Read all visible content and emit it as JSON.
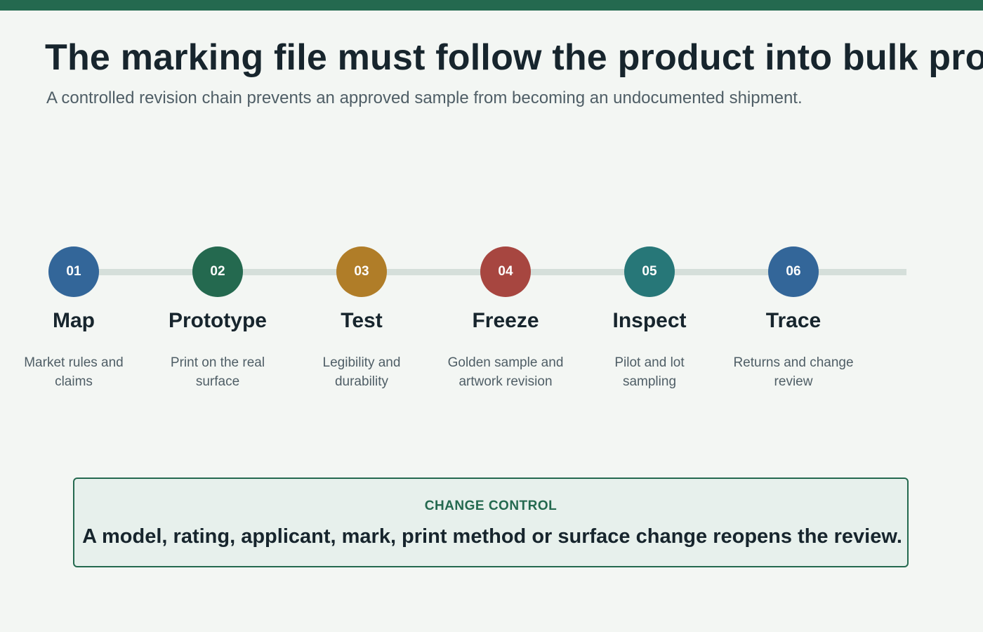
{
  "header": {
    "title": "The marking file must follow the product into bulk prod",
    "subtitle": "A controlled revision chain prevents an approved sample from becoming an undocumented shipment."
  },
  "colors": {
    "accent": "#24694f",
    "rail": "#d5dfda",
    "background": "#f3f6f3"
  },
  "steps": [
    {
      "number": "01",
      "title": "Map",
      "desc": "Market rules and claims",
      "color": "#336699"
    },
    {
      "number": "02",
      "title": "Prototype",
      "desc": "Print on the real surface",
      "color": "#24694f"
    },
    {
      "number": "03",
      "title": "Test",
      "desc": "Legibility and durability",
      "color": "#b07d28"
    },
    {
      "number": "04",
      "title": "Freeze",
      "desc": "Golden sample and artwork revision",
      "color": "#a74640"
    },
    {
      "number": "05",
      "title": "Inspect",
      "desc": "Pilot and lot sampling",
      "color": "#277778"
    },
    {
      "number": "06",
      "title": "Trace",
      "desc": "Returns and change review",
      "color": "#336699"
    }
  ],
  "callout": {
    "label": "CHANGE CONTROL",
    "text": "A model, rating, applicant, mark, print method or surface change reopens the review."
  }
}
